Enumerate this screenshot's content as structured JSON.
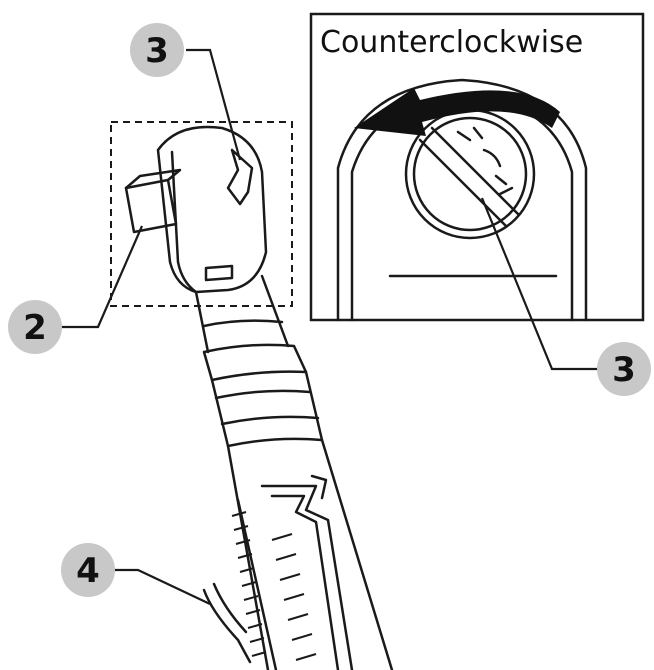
{
  "inset": {
    "title": "Counterclockwise"
  },
  "callouts": {
    "top": "3",
    "left": "2",
    "inset": "3",
    "bottom": "4"
  },
  "colors": {
    "line": "#1a1a1a",
    "badge": "#c8c8c8",
    "background": "#ffffff"
  }
}
